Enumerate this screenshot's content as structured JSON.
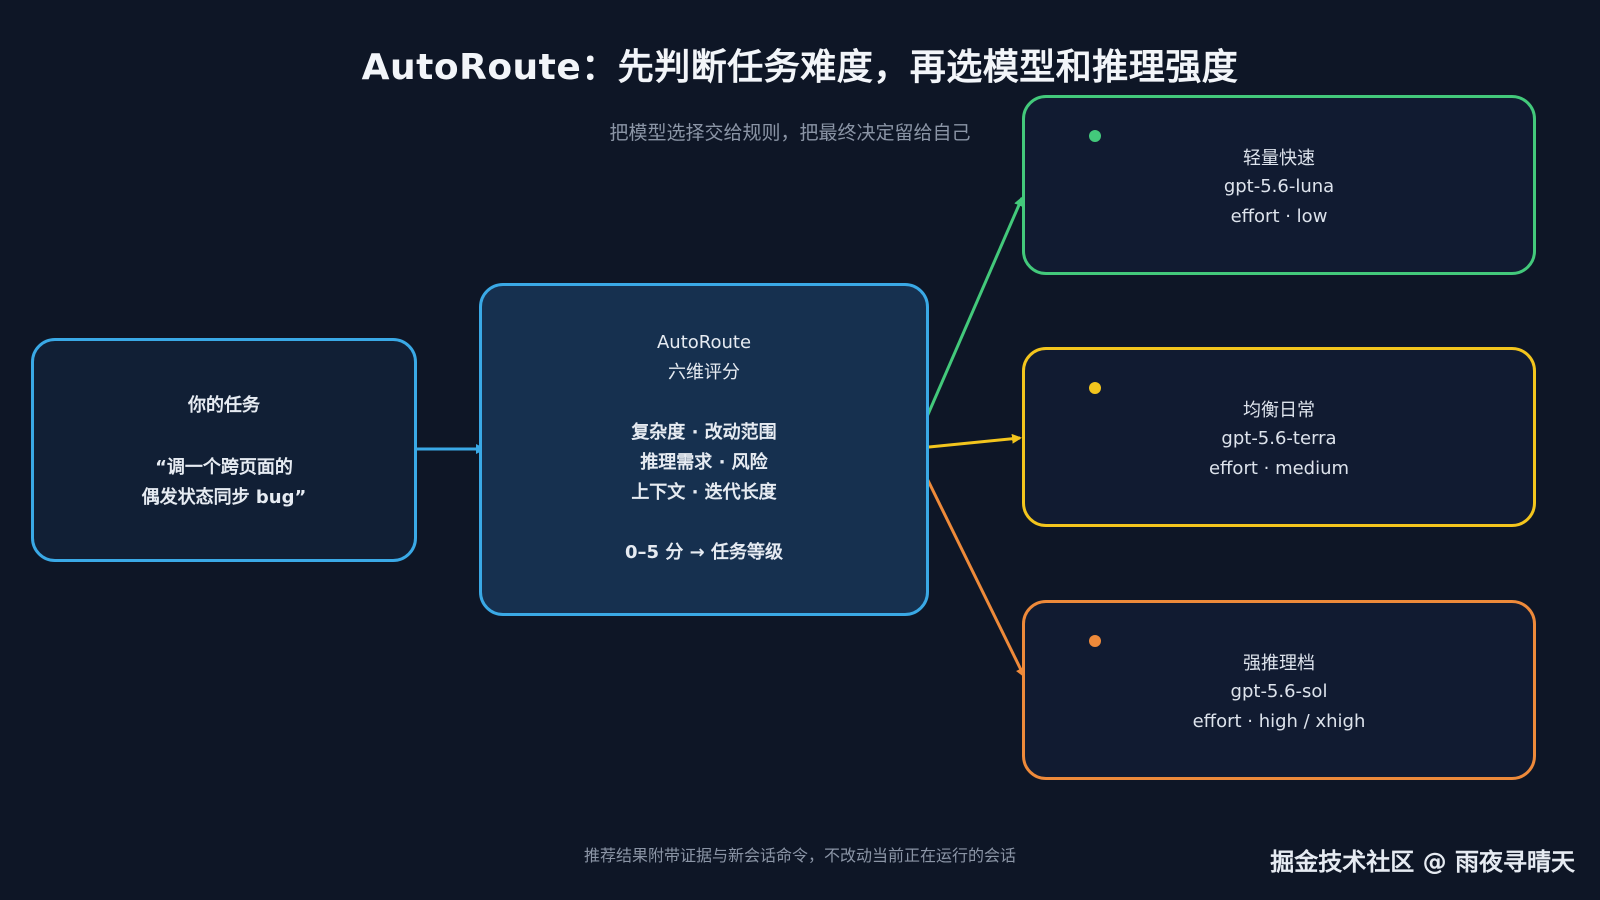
{
  "title": "AutoRoute：先判断任务难度，再选模型和推理强度",
  "subtitle": "把模型选择交给规则，把最终决定留给自己",
  "task": {
    "heading": "你的任务",
    "quote_line1": "“调一个跨页面的",
    "quote_line2": "偶发状态同步 bug”"
  },
  "router": {
    "name": "AutoRoute",
    "subtitle": "六维评分",
    "dimensions_line1": "复杂度 · 改动范围",
    "dimensions_line2": "推理需求 · 风险",
    "dimensions_line3": "上下文 · 迭代长度",
    "score": "0–5 分 → 任务等级"
  },
  "tiers": [
    {
      "label": "轻量快速",
      "model": "gpt-5.6-luna",
      "effort": "effort · low",
      "color": "#43c97b"
    },
    {
      "label": "均衡日常",
      "model": "gpt-5.6-terra",
      "effort": "effort · medium",
      "color": "#f3c51d"
    },
    {
      "label": "强推理档",
      "model": "gpt-5.6-sol",
      "effort": "effort · high / xhigh",
      "color": "#ee8a3a"
    }
  ],
  "footer": "推荐结果附带证据与新会话命令，不改动当前正在运行的会话",
  "watermark": "掘金技术社区 @ 雨夜寻晴天",
  "colors": {
    "task_to_router": "#3aa9e6"
  }
}
